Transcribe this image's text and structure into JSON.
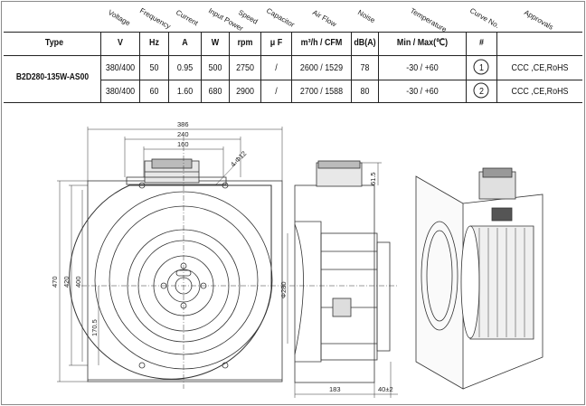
{
  "table": {
    "top_headers": [
      "Voltage",
      "Frequency",
      "Current",
      "Input Power",
      "Speed",
      "Capacitor",
      "Air Flow",
      "Noise",
      "Temperature",
      "Curve No.",
      "Approvals"
    ],
    "type_label": "Type",
    "units": [
      "V",
      "Hz",
      "A",
      "W",
      "rpm",
      "μ F",
      "m³/h / CFM",
      "dB(A)",
      "Min / Max(℃)",
      "#",
      ""
    ],
    "model": "B2D280-135W-AS00",
    "rows": [
      {
        "voltage": "380/400",
        "frequency": "50",
        "current": "0.95",
        "power": "500",
        "speed": "2750",
        "capacitor": "/",
        "airflow": "2600 / 1529",
        "noise": "78",
        "temperature": "-30 / +60",
        "curve": "1",
        "approvals": "CCC ,CE,RoHS"
      },
      {
        "voltage": "380/400",
        "frequency": "60",
        "current": "1.60",
        "power": "680",
        "speed": "2900",
        "capacitor": "/",
        "airflow": "2700 / 1588",
        "noise": "80",
        "temperature": "-30 / +60",
        "curve": "2",
        "approvals": "CCC ,CE,RoHS"
      }
    ]
  },
  "drawing": {
    "front_dims": {
      "width_total": "386",
      "width_mid": "240",
      "width_inner": "160",
      "holes": "4-Φ12",
      "height_total": "470",
      "height_mid": "420",
      "height_inner": "400",
      "offset": "170.5"
    },
    "side_dims": {
      "top": "61.5",
      "diameter": "Φ280",
      "depth": "183",
      "flange": "40±2"
    }
  }
}
